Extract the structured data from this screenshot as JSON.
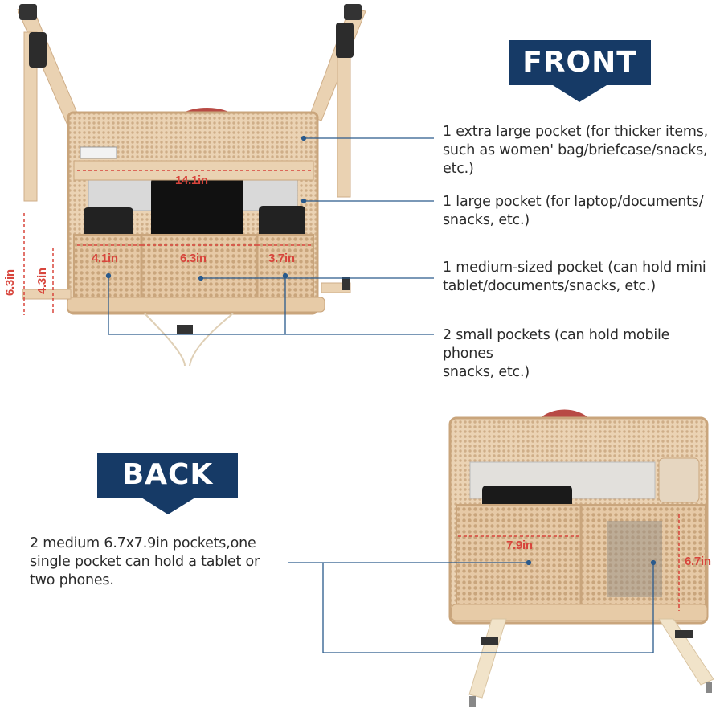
{
  "front": {
    "banner_label": "FRONT",
    "callouts": [
      "1 extra large pocket (for thicker items,\nsuch as women' bag/briefcase/snacks,\netc.)",
      "1 large pocket (for laptop/documents/\nsnacks, etc.)",
      "1 medium-sized pocket (can hold mini\ntablet/documents/snacks, etc.)",
      "2 small pockets (can hold mobile phones\nsnacks, etc.)"
    ],
    "dimensions": {
      "width_total": "14.1in",
      "height_total": "6.3in",
      "height_pocket": "4.3in",
      "left_pocket": "4.1in",
      "middle_pocket": "6.3in",
      "right_pocket": "3.7in"
    }
  },
  "back": {
    "banner_label": "BACK",
    "callout": "2 medium 6.7x7.9in pockets,one\nsingle pocket can hold a tablet or\ntwo phones.",
    "dimensions": {
      "width": "7.9in",
      "height": "6.7in"
    }
  },
  "colors": {
    "banner": "#163a66",
    "dimension": "#d8453c",
    "beige": "#e9cfae",
    "leader": "#2a5a8c"
  }
}
